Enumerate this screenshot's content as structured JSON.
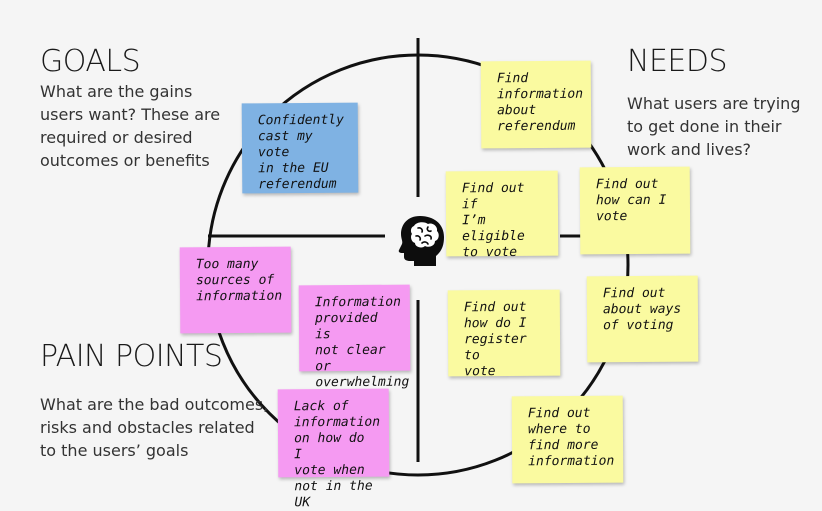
{
  "sections": {
    "goals": {
      "title": "GOALS",
      "description": "What are the gains users want? These are required or desired outcomes or benefits"
    },
    "needs": {
      "title": "NEEDS",
      "description": "What users are trying to get done in their work and lives?"
    },
    "pain_points": {
      "title": "PAIN POINTS",
      "description": "What are the bad outcomes, risks and obstacles related to the users’ goals"
    }
  },
  "center": {
    "icon": "head-brain-icon"
  },
  "colors": {
    "goal_note": "#7fb2e3",
    "need_note": "#fafaa0",
    "pain_note": "#f59af2",
    "circle": "#111111"
  },
  "notes": {
    "goal_1": "Confidently\ncast my vote\nin the EU\nreferendum",
    "need_1": "Find\ninformation\nabout\nreferendum",
    "need_2": "Find out if\nI’m eligible\nto vote",
    "need_3": "Find out\nhow can I\nvote",
    "need_4": "Find out\nhow do I\nregister to\nvote",
    "need_5": "Find out\nabout ways\nof voting",
    "need_6": "Find out\nwhere to\nfind more\ninformation",
    "pain_1": "Too many\nsources of\ninformation",
    "pain_2": "Information\nprovided is\nnot clear or\noverwhelming",
    "pain_3": "Lack of\ninformation\non how do I\nvote when\nnot in the UK"
  }
}
